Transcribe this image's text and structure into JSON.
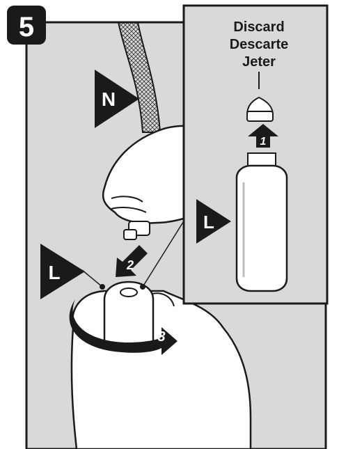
{
  "step": {
    "number": "5"
  },
  "callouts": {
    "hose_label": "N",
    "inset_bottle_label": "L",
    "main_filter_label": "L"
  },
  "inset": {
    "discard_en": "Discard",
    "discard_es": "Descarte",
    "discard_fr": "Jeter"
  },
  "steps": {
    "remove_cap": "1",
    "attach_hose": "2",
    "rotate": "3"
  },
  "colors": {
    "background_panel": "#d9d9d9",
    "inset_background": "#d9d9d9",
    "ink": "#1a1a1a",
    "paper": "#ffffff"
  }
}
